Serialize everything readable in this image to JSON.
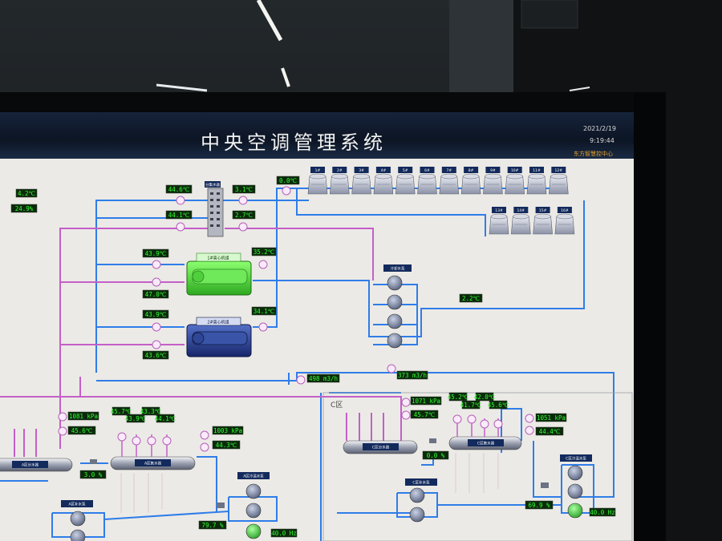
{
  "header": {
    "title": "中央空调管理系统",
    "date": "2021/2/19",
    "time": "9:19:44",
    "company": "东方智慧控中心"
  },
  "colors": {
    "supply_pipe": "#2e7de9",
    "return_pipe": "#c45fc8",
    "readout_bg": "#0b2a0b",
    "readout_text": "#33ff33",
    "chiller1": "#49d838",
    "chiller2": "#243c8a"
  },
  "left_readouts": {
    "temp": "4.2℃",
    "humidity": "24.9%"
  },
  "header_readouts": {
    "r1": "44.6℃",
    "r2": "3.1℃",
    "r3": "0.0℃",
    "r4": "44.1℃",
    "r5": "2.7℃"
  },
  "chiller1": {
    "label": "1#离心机组",
    "in_top": "43.9℃",
    "out_right": "35.2℃",
    "out_bottom": "47.0℃"
  },
  "chiller2": {
    "label": "2#离心机组",
    "in_top": "43.9℃",
    "out_right": "34.1℃",
    "out_bottom": "43.6℃"
  },
  "cooling_pump_group": {
    "label": "冷却水泵",
    "temp": "2.2℃"
  },
  "tower_labels": [
    "1#",
    "2#",
    "3#",
    "4#",
    "5#",
    "6#",
    "7#",
    "8#",
    "9#",
    "10#",
    "11#",
    "12#",
    "13#",
    "14#",
    "15#",
    "16#"
  ],
  "flows": {
    "flow1": "498 m3/h",
    "flow2": "373 m3/h"
  },
  "zone_a": {
    "pressure1": "1081 kPa",
    "temp1": "45.6℃",
    "t1": "45.7℃",
    "t2": "43.9℃",
    "t3": "43.3℃",
    "t4": "44.1℃",
    "pressure2": "1003 kPa",
    "temp2": "44.3℃",
    "valve": "3.0 %",
    "pump_pct": "79.7 %",
    "freq": "40.0 Hz",
    "dist_label": "A区分水器",
    "coll_label": "A区集水器",
    "pump_label": "A区补水泵",
    "circ_label": "A区冷温水泵"
  },
  "zone_c": {
    "label": "C区",
    "pressure1": "1071 kPa",
    "temp1": "45.7℃",
    "t1": "45.2℃",
    "t2": "41.7℃",
    "t3": "42.0℃",
    "t4": "45.6℃",
    "pressure2": "1051 kPa",
    "temp2": "44.4℃",
    "valve": "0.0 %",
    "pump_pct": "69.9 %",
    "freq": "40.0 Hz",
    "dist_label": "C区分水器",
    "coll_label": "C区集水器",
    "pump_label": "C区补水泵",
    "circ_label": "C区冷温水泵"
  },
  "header_label": "分集水器"
}
